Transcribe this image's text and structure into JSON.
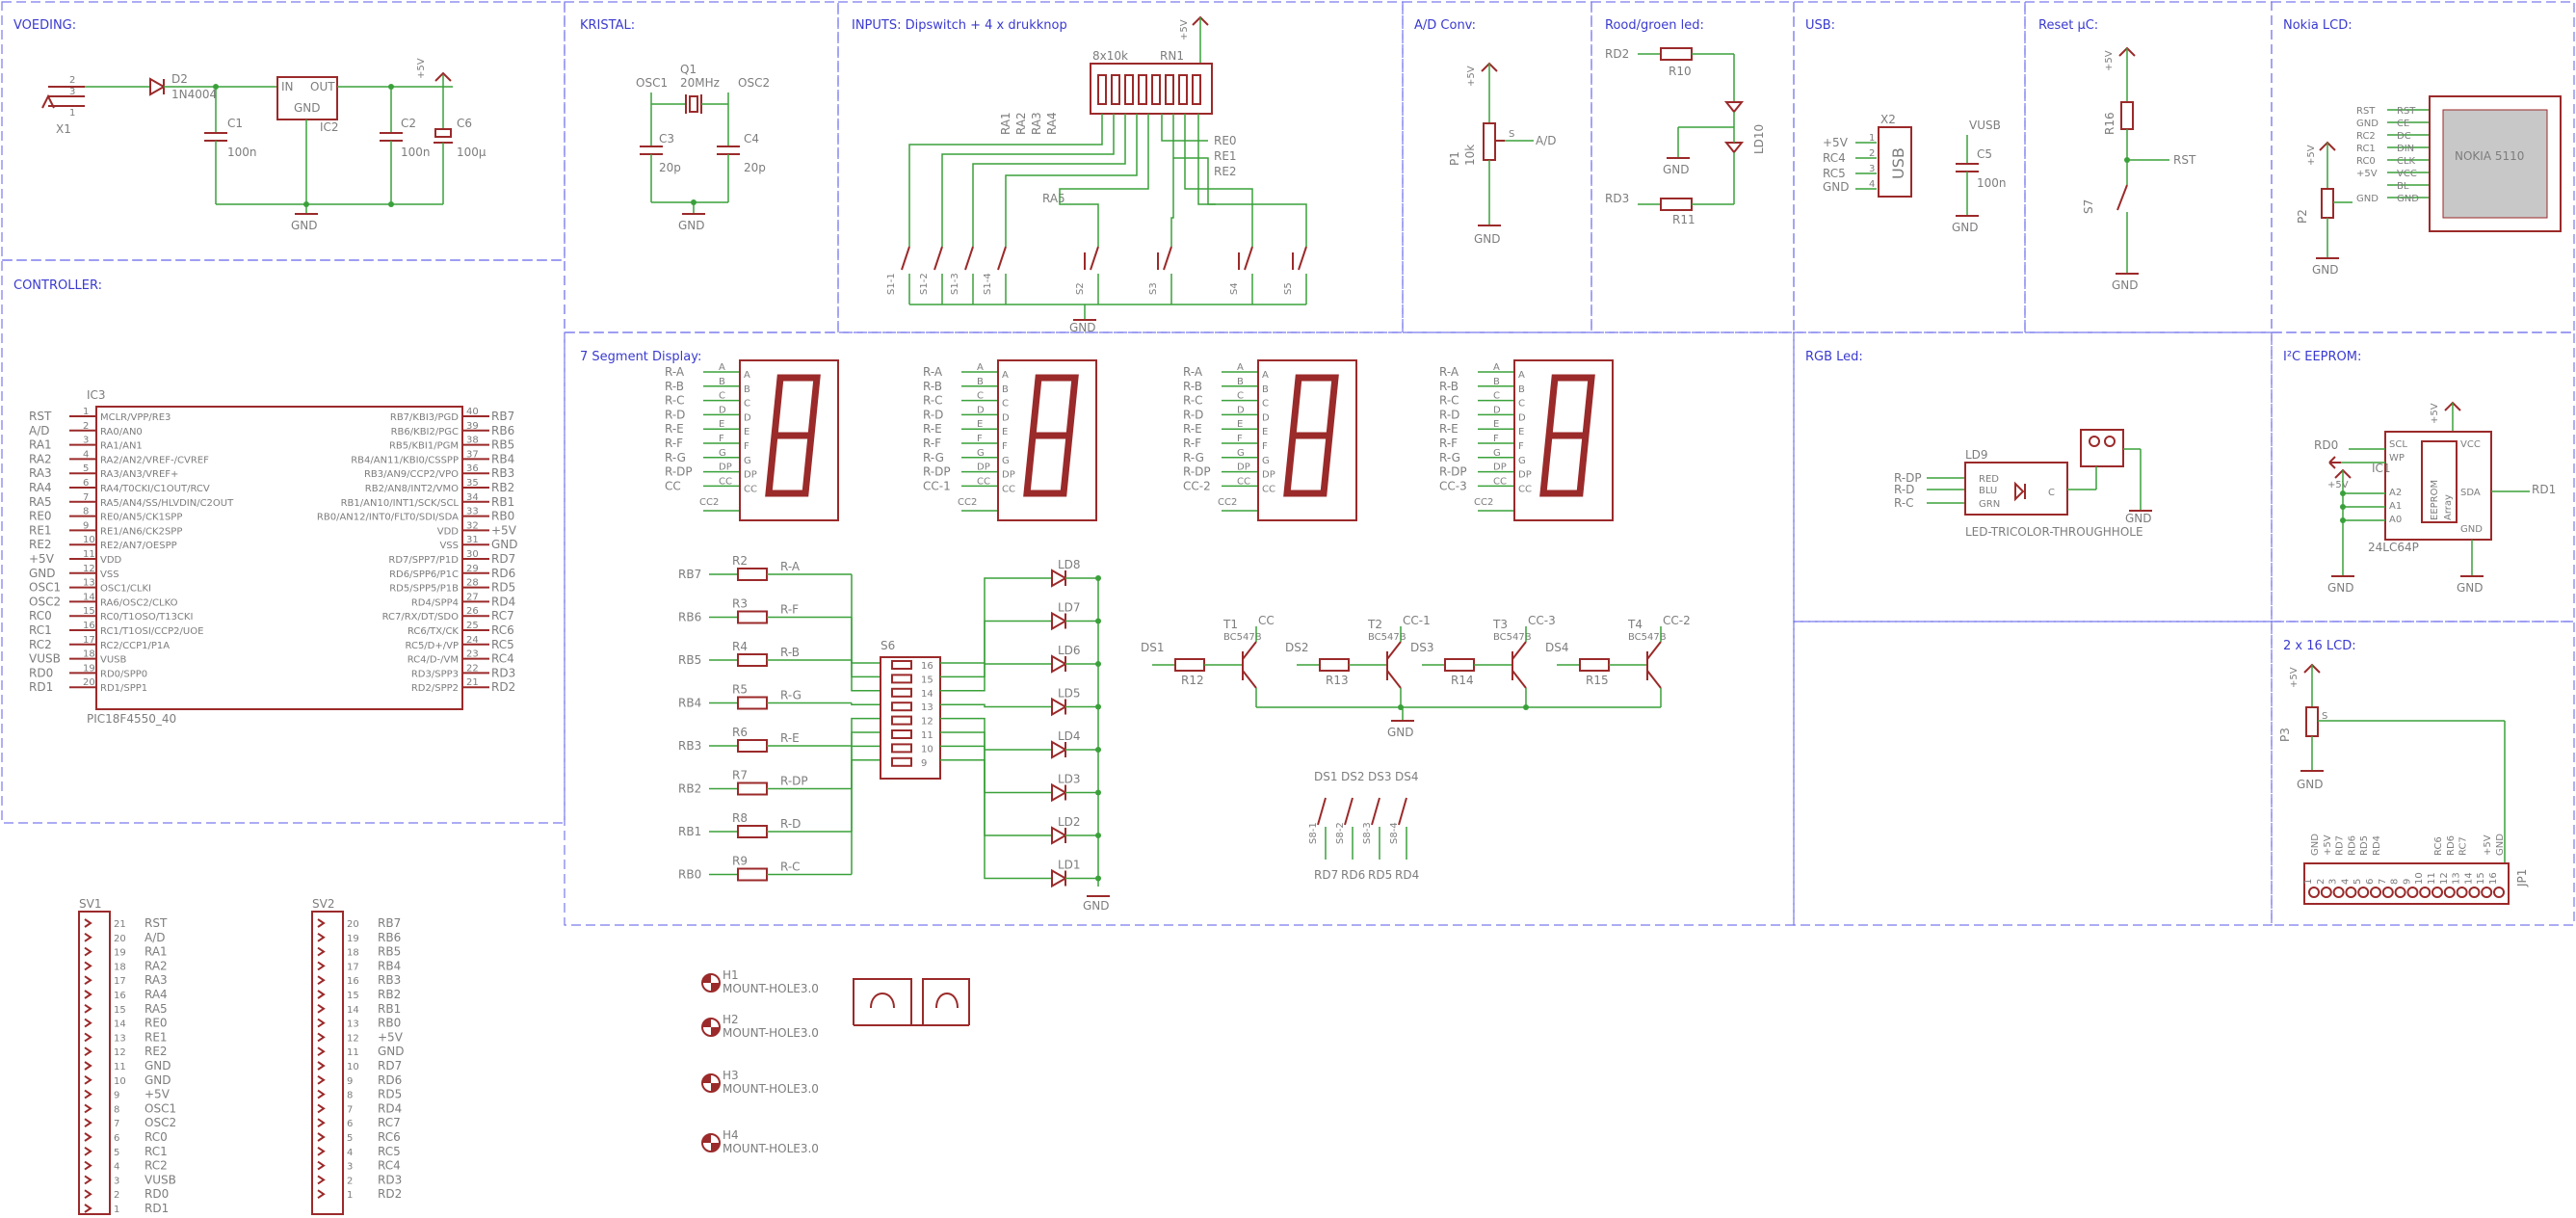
{
  "sections": {
    "voeding": "VOEDING:",
    "kristal": "KRISTAL:",
    "inputs": "INPUTS: Dipswitch + 4 x drukknop",
    "ad": "A/D Conv:",
    "led": "Rood/groen led:",
    "usb": "USB:",
    "reset": "Reset µC:",
    "nokia": "Nokia LCD:",
    "controller": "CONTROLLER:",
    "seg7": "7 Segment Display:",
    "rgb": "RGB Led:",
    "eeprom": "I²C EEPROM:",
    "lcd2x16": "2 x 16 LCD:"
  },
  "voeding": {
    "x1": "X1",
    "pins": [
      "2",
      "3",
      "1"
    ],
    "d2": "D2",
    "d2_val": "1N4004",
    "ic2": "IC2",
    "ic2_in": "IN",
    "ic2_out": "OUT",
    "ic2_gnd": "GND",
    "c1": "C1",
    "c1_val": "100n",
    "c2": "C2",
    "c2_val": "100n",
    "c6": "C6",
    "c6_val": "100µ",
    "vcc": "+5V",
    "gnd": "GND"
  },
  "kristal": {
    "q1": "Q1",
    "q1_val": "20MHz",
    "osc1": "OSC1",
    "osc2": "OSC2",
    "c3": "C3",
    "c3_val": "20p",
    "c4": "C4",
    "c4_val": "20p",
    "gnd": "GND"
  },
  "inputs": {
    "rn1_val": "8x10k",
    "rn1": "RN1",
    "vcc": "+5V",
    "ra_labels": [
      "RA1",
      "RA2",
      "RA3",
      "RA4"
    ],
    "re_labels": [
      "RE0",
      "RE1",
      "RE2"
    ],
    "ra5": "RA5",
    "switches": [
      "S1-1",
      "S1-2",
      "S1-3",
      "S1-4",
      "S2",
      "S3",
      "S4",
      "S5"
    ],
    "gnd": "GND"
  },
  "ad": {
    "vcc": "+5V",
    "p1": "P1",
    "p1_val": "10k",
    "s": "S",
    "out": "A/D",
    "gnd": "GND"
  },
  "led": {
    "rd2": "RD2",
    "rd3": "RD3",
    "r10": "R10",
    "r11": "R11",
    "ld10": "LD10",
    "gnd": "GND"
  },
  "usb": {
    "pins": [
      "+5V",
      "RC4",
      "RC5",
      "GND"
    ],
    "nums": [
      "1",
      "2",
      "3",
      "4"
    ],
    "x2": "X2",
    "usb": "USB",
    "vusb": "VUSB",
    "c5": "C5",
    "c5_val": "100n",
    "gnd": "GND"
  },
  "reset": {
    "vcc": "+5V",
    "r16": "R16",
    "rst": "RST",
    "s7": "S7",
    "gnd": "GND"
  },
  "nokia": {
    "pins": [
      "RST",
      "GND",
      "RC2",
      "RC1",
      "RC0",
      "+5V",
      "",
      "GND"
    ],
    "inner": [
      "RST",
      "CE",
      "DC",
      "DIN",
      "CLK",
      "VCC",
      "BL",
      "GND"
    ],
    "name": "NOKIA 5110",
    "vcc": "+5V",
    "p2": "P2",
    "gnd": "GND"
  },
  "controller": {
    "ic": "IC3",
    "part": "PIC18F4550_40",
    "left_names": [
      "RST",
      "A/D",
      "RA1",
      "RA2",
      "RA3",
      "RA4",
      "RA5",
      "RE0",
      "RE1",
      "RE2",
      "+5V",
      "GND",
      "OSC1",
      "OSC2",
      "RC0",
      "RC1",
      "RC2",
      "VUSB",
      "RD0",
      "RD1"
    ],
    "left_pins": [
      "MCLR/VPP/RE3",
      "RA0/AN0",
      "RA1/AN1",
      "RA2/AN2/VREF-/CVREF",
      "RA3/AN3/VREF+",
      "RA4/T0CKI/C1OUT/RCV",
      "RA5/AN4/SS/HLVDIN/C2OUT",
      "RE0/AN5/CK1SPP",
      "RE1/AN6/CK2SPP",
      "RE2/AN7/OESPP",
      "VDD",
      "VSS",
      "OSC1/CLKI",
      "RA6/OSC2/CLKO",
      "RC0/T1OSO/T13CKI",
      "RC1/T1OSI/CCP2/UOE",
      "RC2/CCP1/P1A",
      "VUSB",
      "RD0/SPP0",
      "RD1/SPP1"
    ],
    "right_names": [
      "RB7",
      "RB6",
      "RB5",
      "RB4",
      "RB3",
      "RB2",
      "RB1",
      "RB0",
      "+5V",
      "GND",
      "RD7",
      "RD6",
      "RD5",
      "RD4",
      "RC7",
      "RC6",
      "RC5",
      "RC4",
      "RD3",
      "RD2"
    ],
    "right_pins": [
      "RB7/KBI3/PGD",
      "RB6/KBI2/PGC",
      "RB5/KBI1/PGM",
      "RB4/AN11/KBI0/CSSPP",
      "RB3/AN9/CCP2/VPO",
      "RB2/AN8/INT2/VMO",
      "RB1/AN10/INT1/SCK/SCL",
      "RB0/AN12/INT0/FLT0/SDI/SDA",
      "VDD",
      "VSS",
      "RD7/SPP7/P1D",
      "RD6/SPP6/P1C",
      "RD5/SPP5/P1B",
      "RD4/SPP4",
      "RC7/RX/DT/SDO",
      "RC6/TX/CK",
      "RC5/D+/VP",
      "RC4/D-/VM",
      "RD3/SPP3",
      "RD2/SPP2"
    ]
  },
  "seg7": {
    "left_labels": [
      "R-A",
      "R-B",
      "R-C",
      "R-D",
      "R-E",
      "R-F",
      "R-G",
      "R-DP",
      "CC"
    ],
    "pin_letters": [
      "A",
      "B",
      "C",
      "D",
      "E",
      "F",
      "G",
      "DP",
      "CC"
    ],
    "cc_names": [
      "CC",
      "CC-1",
      "CC-2",
      "CC-3"
    ],
    "cc2": "CC2",
    "rb_labels": [
      "RB7",
      "RB6",
      "RB5",
      "RB4",
      "RB3",
      "RB2",
      "RB1",
      "RB0"
    ],
    "res": [
      "R2",
      "R3",
      "R4",
      "R5",
      "R6",
      "R7",
      "R8",
      "R9"
    ],
    "res_nets": [
      "R-A",
      "R-F",
      "R-B",
      "R-G",
      "R-E",
      "R-DP",
      "R-D",
      "R-C"
    ],
    "s6": "S6",
    "leds": [
      "LD8",
      "LD7",
      "LD6",
      "LD5",
      "LD4",
      "LD3",
      "LD2",
      "LD1"
    ],
    "gnd": "GND",
    "trans": [
      "T1",
      "T2",
      "T3",
      "T4"
    ],
    "bc": "BC547B",
    "ds": [
      "DS1",
      "DS2",
      "DS3",
      "DS4"
    ],
    "tres": [
      "R12",
      "R13",
      "R14",
      "R15"
    ],
    "tcc": [
      "CC",
      "CC-1",
      "CC-3",
      "CC-2"
    ],
    "ds_sw": [
      "S8-1",
      "S8-2",
      "S8-3",
      "S8-4"
    ],
    "ds_rd": [
      "RD7",
      "RD6",
      "RD5",
      "RD4"
    ]
  },
  "rgb": {
    "left": [
      "R-DP",
      "R-D",
      "R-C"
    ],
    "inner": [
      "RED",
      "BLU",
      "GRN"
    ],
    "ld9": "LD9",
    "c": "C",
    "part": "LED-TRICOLOR-THROUGHHOLE",
    "gnd": "GND"
  },
  "eeprom": {
    "ic1": "IC1",
    "vcc": "+5V",
    "rd0": "RD0",
    "rd1": "RD1",
    "pins_l": [
      "SCL",
      "WP",
      "A2",
      "A1",
      "A0"
    ],
    "pins_r": [
      "VCC",
      "SDA",
      "GND"
    ],
    "chip": "EEPROM",
    "array": "Array",
    "part": "24LC64P",
    "gnd": "GND"
  },
  "lcd": {
    "vcc": "+5V",
    "p3": "P3",
    "s": "S",
    "gnd": "GND",
    "pins": [
      "GND",
      "+5V",
      "RD7",
      "RD6",
      "RD5",
      "RD4",
      "",
      "",
      "",
      "",
      "RC6",
      "RD6",
      "RC7",
      "",
      "+5V",
      "GND"
    ],
    "jp1": "JP1"
  },
  "sv1": {
    "name": "SV1",
    "labels": [
      "RST",
      "A/D",
      "RA1",
      "RA2",
      "RA3",
      "RA4",
      "RA5",
      "RE0",
      "RE1",
      "RE2",
      "GND",
      "GND",
      "+5V",
      "OSC1",
      "OSC2",
      "RC0",
      "RC1",
      "RC2",
      "VUSB",
      "RD0",
      "RD1"
    ]
  },
  "sv2": {
    "name": "SV2",
    "labels": [
      "RB7",
      "RB6",
      "RB5",
      "RB4",
      "RB3",
      "RB2",
      "RB1",
      "RB0",
      "+5V",
      "GND",
      "RD7",
      "RD6",
      "RD5",
      "RD4",
      "RC7",
      "RC6",
      "RC5",
      "RC4",
      "RD3",
      "RD2"
    ]
  },
  "holes": [
    {
      "id": "H1",
      "label": "MOUNT-HOLE3.0"
    },
    {
      "id": "H2",
      "label": "MOUNT-HOLE3.0"
    },
    {
      "id": "H3",
      "label": "MOUNT-HOLE3.0"
    },
    {
      "id": "H4",
      "label": "MOUNT-HOLE3.0"
    }
  ]
}
